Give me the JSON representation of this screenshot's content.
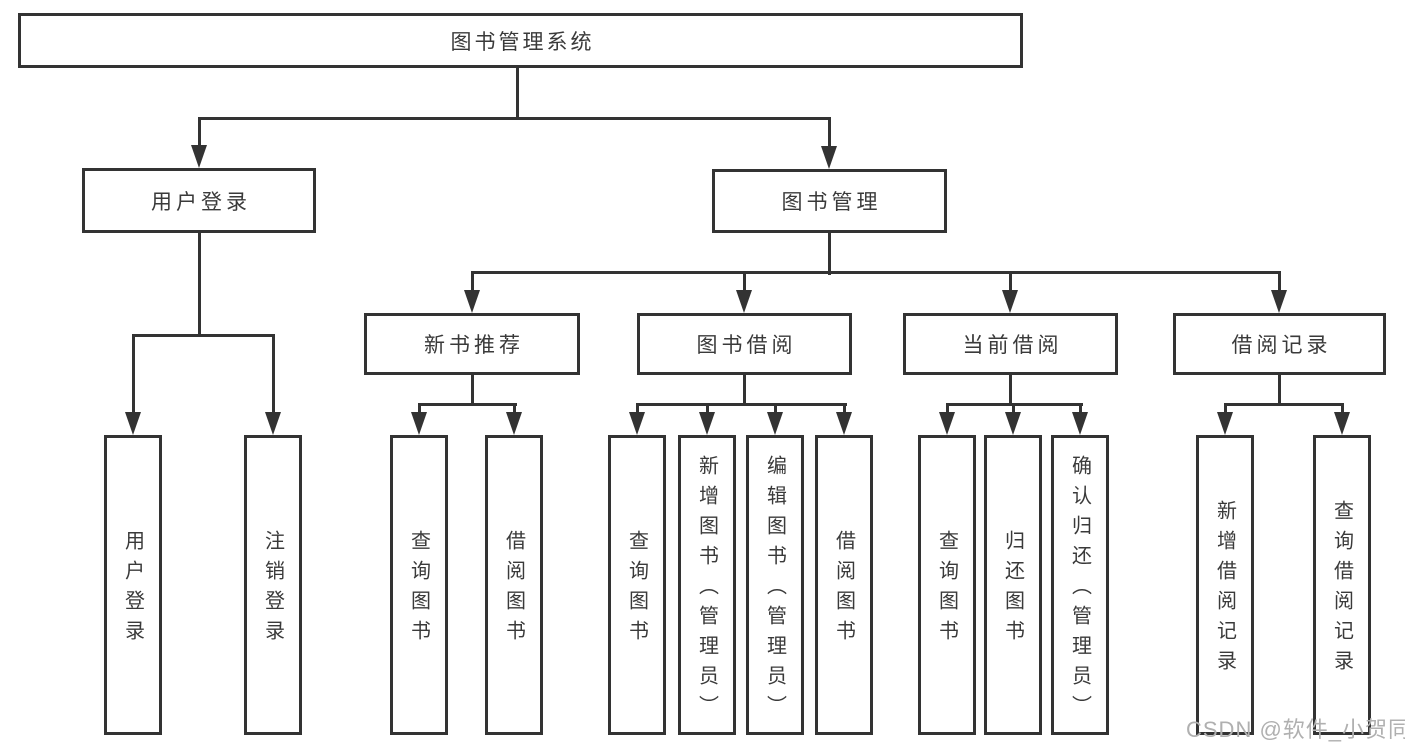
{
  "tree": {
    "root": {
      "label": "图书管理系统"
    },
    "branches": [
      {
        "label": "用户登录",
        "leaves": [
          {
            "label": "用户登录"
          },
          {
            "label": "注销登录"
          }
        ]
      },
      {
        "label": "图书管理",
        "groups": [
          {
            "label": "新书推荐",
            "leaves": [
              {
                "label": "查询图书"
              },
              {
                "label": "借阅图书"
              }
            ]
          },
          {
            "label": "图书借阅",
            "leaves": [
              {
                "label": "查询图书"
              },
              {
                "label": "新增图书（管理员）"
              },
              {
                "label": "编辑图书（管理员）"
              },
              {
                "label": "借阅图书"
              }
            ]
          },
          {
            "label": "当前借阅",
            "leaves": [
              {
                "label": "查询图书"
              },
              {
                "label": "归还图书"
              },
              {
                "label": "确认归还（管理员）"
              }
            ]
          },
          {
            "label": "借阅记录",
            "leaves": [
              {
                "label": "新增借阅记录"
              },
              {
                "label": "查询借阅记录"
              }
            ]
          }
        ]
      }
    ]
  },
  "watermark": "CSDN @软件_小贺同学",
  "colors": {
    "line": "#333333",
    "box_border": "#333333",
    "text": "#3a3a3a",
    "watermark": "#b0b0b0",
    "background": "#ffffff"
  }
}
